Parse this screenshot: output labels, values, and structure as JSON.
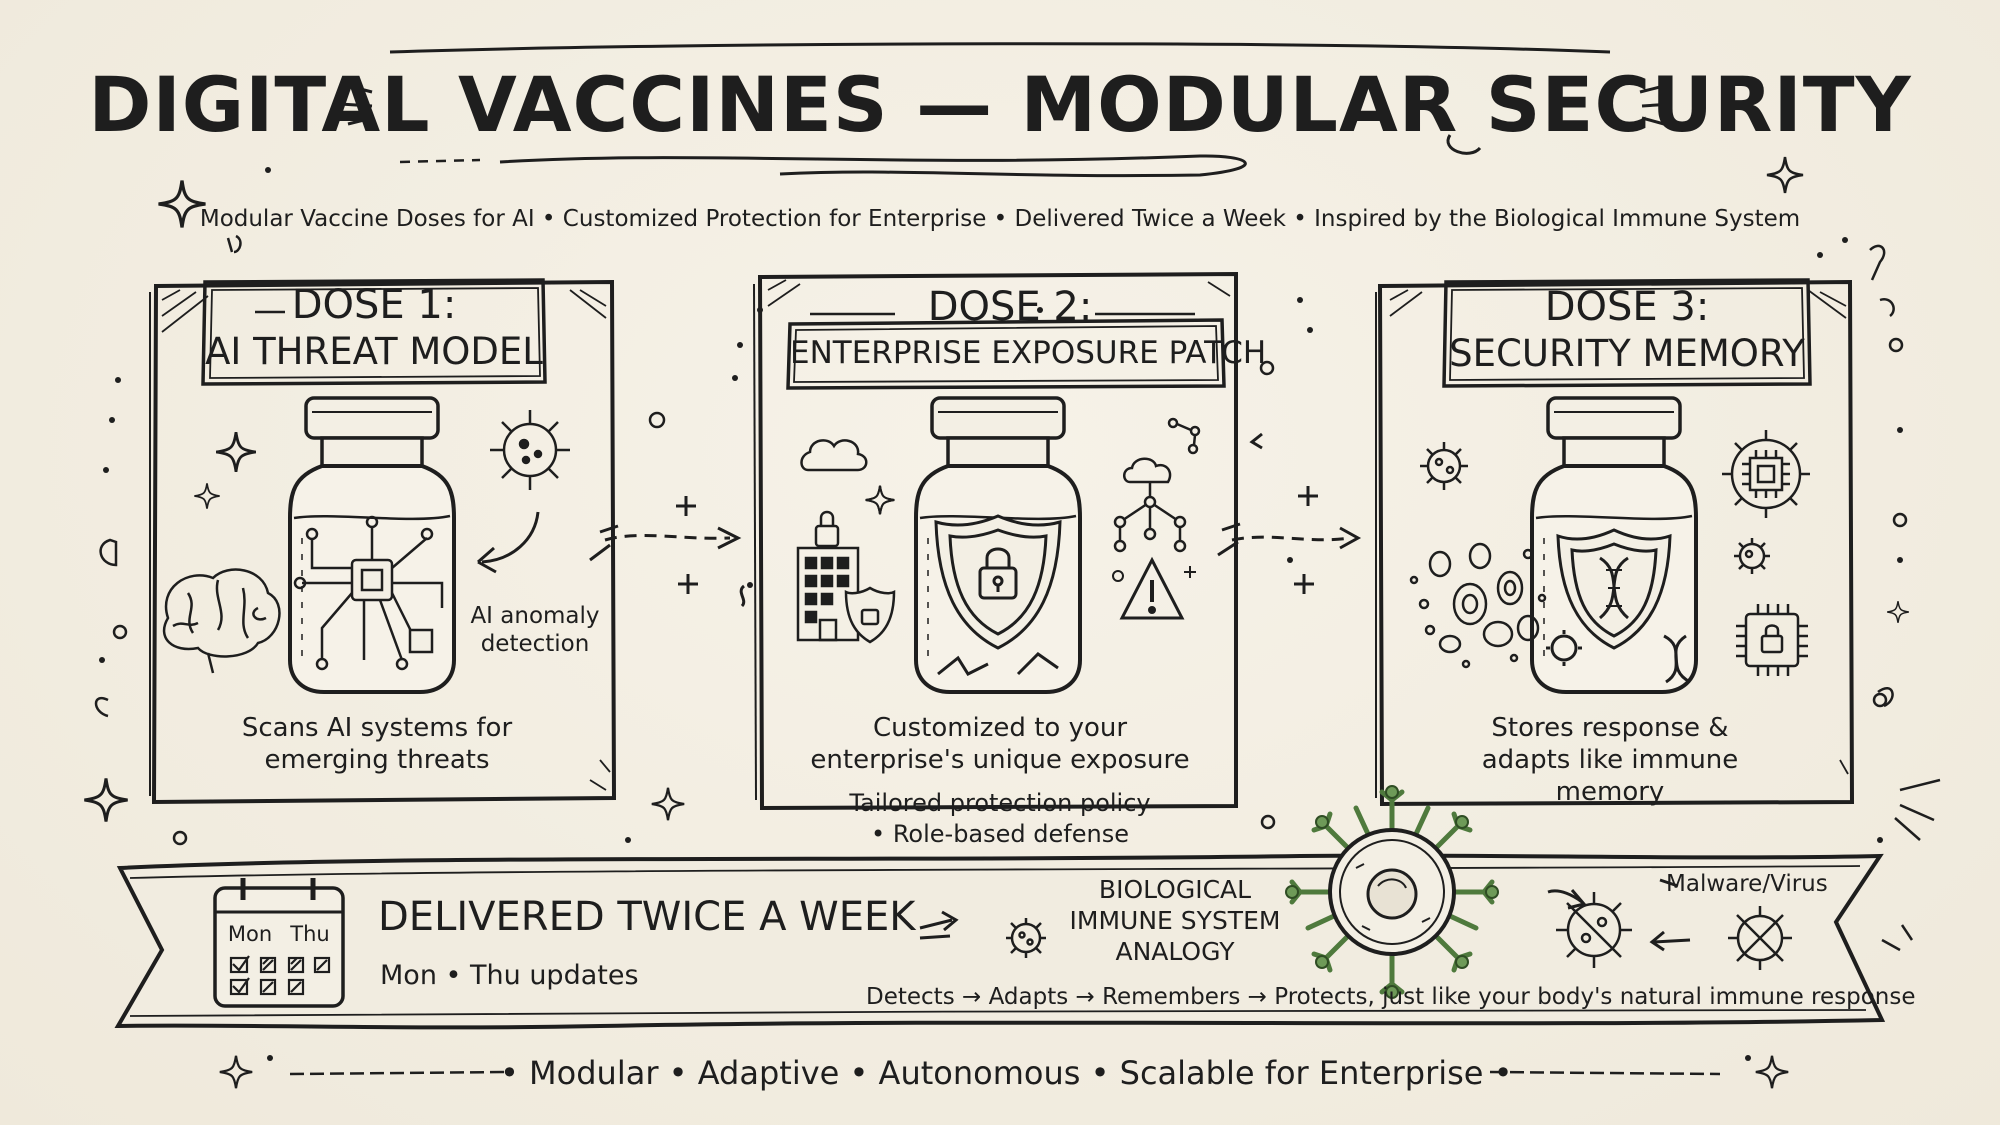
{
  "title": "DIGITAL VACCINES — MODULAR SECURITY",
  "subtitle": "Modular Vaccine Doses for AI • Customized Protection for Enterprise • Delivered Twice a Week • Inspired by the Biological Immune System",
  "doses": [
    {
      "title": "DOSE 1:",
      "subtitle": "AI THREAT MODEL",
      "annotation": "AI anomaly detection",
      "description": "Scans AI systems for emerging threats"
    },
    {
      "title": "DOSE 2:",
      "subtitle": "ENTERPRISE EXPOSURE PATCH",
      "description": "Customized to your enterprise's unique exposure",
      "extra": "Tailored protection policy • Role-based defense"
    },
    {
      "title": "DOSE 3:",
      "subtitle": "SECURITY MEMORY",
      "description": "Stores response & adapts like immune memory"
    }
  ],
  "delivery": {
    "title": "DELIVERED TWICE A WEEK",
    "subtitle": "Mon • Thu updates",
    "calendar_days": [
      "Mon",
      "Thu"
    ]
  },
  "analogy": {
    "title": "BIOLOGICAL IMMUNE SYSTEM ANALOGY",
    "threat_label": "Malware/Virus",
    "flow": "Detects → Adapts → Remembers → Protects, just like your body's natural immune response"
  },
  "footer": "• Modular • Adaptive • Autonomous • Scalable for Enterprise •",
  "colors": {
    "ink": "#1e1e1e",
    "paper": "#f3efe4",
    "green": "#5d8a4a"
  },
  "icons": [
    "brain-icon",
    "chip-icon",
    "virus-icon",
    "cloud-icon",
    "building-icon",
    "shield-lock-icon",
    "network-icon",
    "warning-icon",
    "dna-icon",
    "lock-chip-icon",
    "calendar-icon",
    "immune-cell-icon",
    "sparkle-icon"
  ]
}
